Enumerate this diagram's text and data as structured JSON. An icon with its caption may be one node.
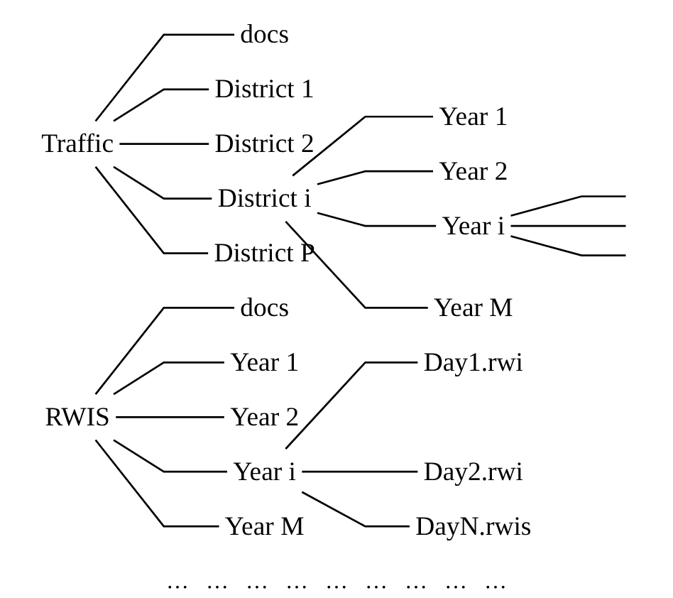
{
  "diagram": {
    "nodes": [
      {
        "text": [
          "Traffic"
        ]
      },
      {
        "text": [
          "docs"
        ]
      },
      {
        "text": [
          "District 1"
        ]
      },
      {
        "text": [
          "District 2"
        ]
      },
      {
        "text": [
          "District i"
        ]
      },
      {
        "text": [
          "District P"
        ]
      },
      {
        "text": [
          "Year 1"
        ]
      },
      {
        "text": [
          "Year 2"
        ]
      },
      {
        "text": [
          "Year i"
        ]
      },
      {
        "text": [
          "Year M"
        ]
      },
      {
        "text": [
          "RWIS"
        ]
      },
      {
        "text": [
          "docs"
        ]
      },
      {
        "text": [
          "Year 1"
        ]
      },
      {
        "text": [
          "Year 2"
        ]
      },
      {
        "text": [
          "Year i"
        ]
      },
      {
        "text": [
          "Year M"
        ]
      },
      {
        "text": [
          "Day1.rwi"
        ]
      },
      {
        "text": [
          "Day2.rwi"
        ]
      },
      {
        "text": [
          "DayN.rwis"
        ]
      }
    ],
    "edges": [
      {
        "from": 0,
        "to": 1,
        "arrow": "none"
      },
      {
        "from": 0,
        "to": 2,
        "arrow": "none"
      },
      {
        "from": 0,
        "to": 3,
        "arrow": "none"
      },
      {
        "from": 0,
        "to": 4,
        "arrow": "none"
      },
      {
        "from": 0,
        "to": 5,
        "arrow": "none"
      },
      {
        "from": 4,
        "to": 6,
        "arrow": "none"
      },
      {
        "from": 4,
        "to": 7,
        "arrow": "none"
      },
      {
        "from": 4,
        "to": 8,
        "arrow": "none"
      },
      {
        "from": 4,
        "to": 9,
        "arrow": "none"
      },
      {
        "from": 8,
        "to": null,
        "arrow": "none"
      },
      {
        "from": 8,
        "to": null,
        "arrow": "none"
      },
      {
        "from": 8,
        "to": null,
        "arrow": "none"
      },
      {
        "from": 10,
        "to": 11,
        "arrow": "none"
      },
      {
        "from": 10,
        "to": 12,
        "arrow": "none"
      },
      {
        "from": 10,
        "to": 13,
        "arrow": "none"
      },
      {
        "from": 10,
        "to": 14,
        "arrow": "none"
      },
      {
        "from": 10,
        "to": 15,
        "arrow": "none"
      },
      {
        "from": 14,
        "to": 16,
        "arrow": "none"
      },
      {
        "from": 14,
        "to": 17,
        "arrow": "none"
      },
      {
        "from": 14,
        "to": 18,
        "arrow": "none"
      }
    ],
    "labels": [
      "…",
      "…",
      "…",
      "…",
      "…",
      "…",
      "…",
      "…",
      "…"
    ]
  }
}
